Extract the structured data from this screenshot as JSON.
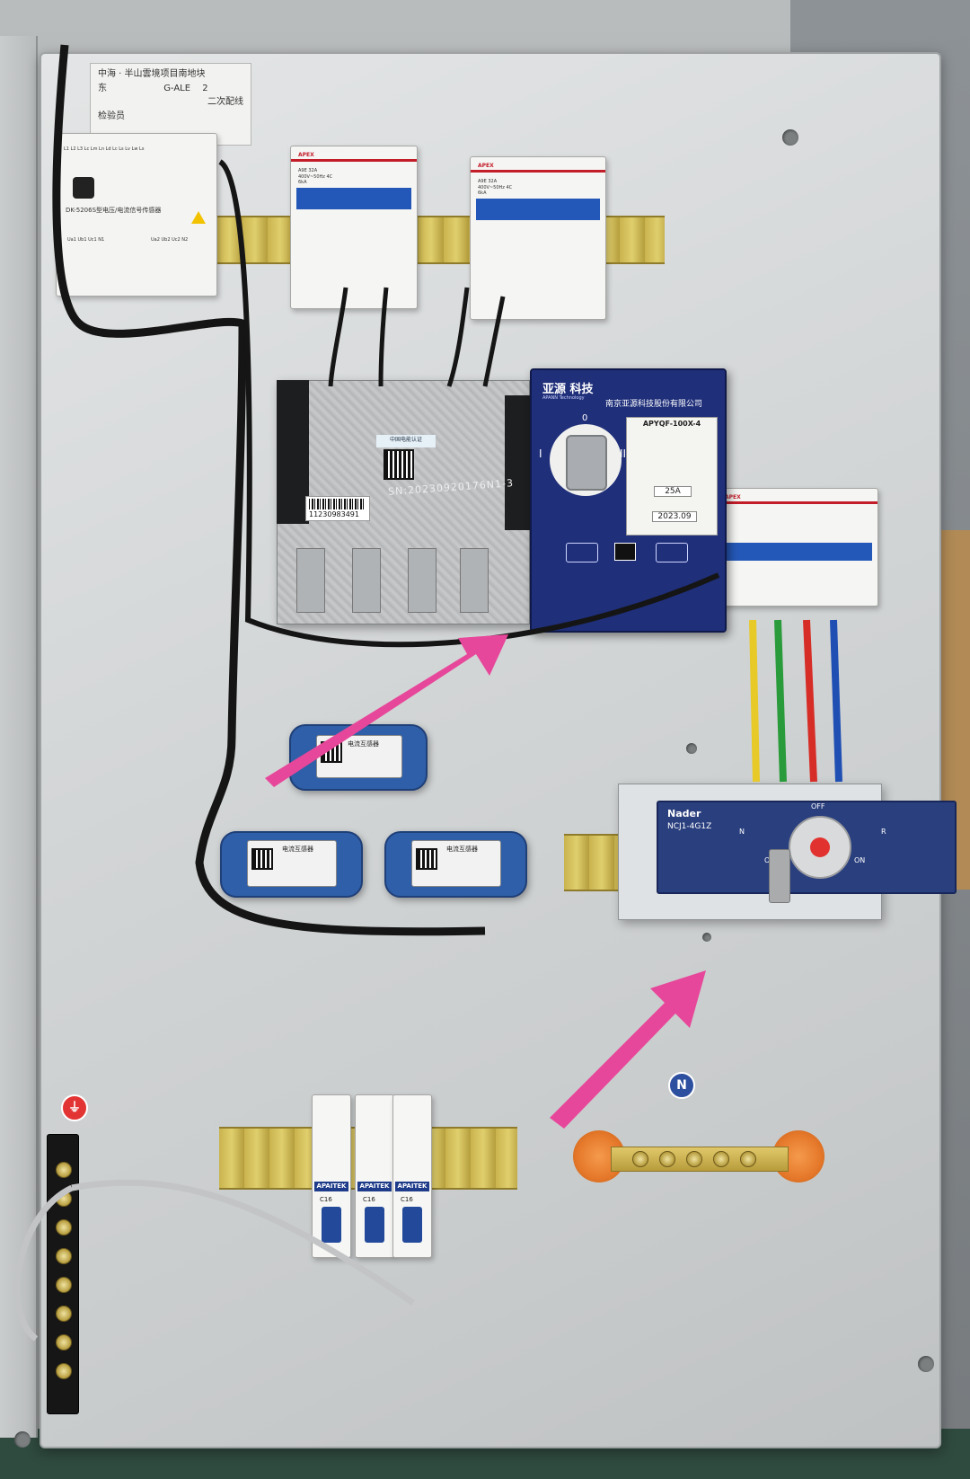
{
  "photo": {
    "label_card": {
      "line1": "中海 · 半山雲境项目南地块",
      "line2": "东",
      "line3": "G-ALE",
      "line4": "二次配线",
      "line5": "检验员",
      "num": "2"
    },
    "sensor_module": {
      "name": "DK-5206S型电压/电流信号传感器",
      "terminals_top": "L1  L2  L3  Lc  Lm  Ln  Ld  Lc  Ls  Lv  Lw  Ls",
      "terminals_bottom_left": "Ua1 Ub1 Uc1 N1",
      "terminals_bottom_right": "Ua2 Ub2 Uc2 N2"
    },
    "breaker_4p": {
      "brand": "APEX",
      "spec": "A9E 32A 400V~50Hz 4C 6kA"
    },
    "ats_controller": {
      "logo": "亚源 科技",
      "logo_sub": "APANN Technology",
      "company": "南京亚源科技股份有限公司",
      "model": "APYQF-100X-4",
      "current": "25A",
      "date": "2023.09",
      "pos_I": "I",
      "pos_II": "II",
      "pos_0": "0"
    },
    "ats_body": {
      "serial": "SN:20230920176N1-3",
      "barcode": "11230983491",
      "cert_label": "中国电能认证"
    },
    "current_transformer": {
      "title": "电流互感器"
    },
    "isolator": {
      "brand": "Nader",
      "model": "NCJ1-4G1Z",
      "off_label": "OFF",
      "on1_label": "ON I",
      "on2_label": "ON",
      "n_label": "N",
      "r_label": "R"
    },
    "mcb_1p": {
      "brand": "APAITEK",
      "rating": "C16"
    },
    "symbols": {
      "neutral": "N",
      "earth": "⏚"
    },
    "colors": {
      "arrow": "#e7479a",
      "wire_yellow": "#e7c928",
      "wire_green": "#2a9b3b",
      "wire_red": "#d62d27",
      "wire_blue": "#1f4fb3",
      "ats_blue": "#1f2f7a",
      "ct_blue": "#2f5fa8"
    }
  }
}
